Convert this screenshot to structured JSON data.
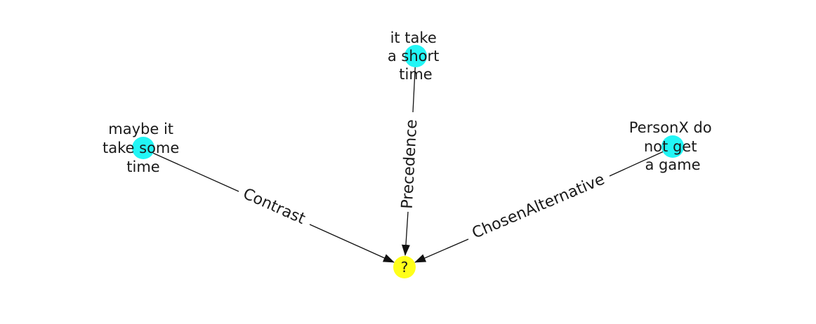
{
  "colors": {
    "source_node": "#22f5f5",
    "target_node": "#ffff1a",
    "edge": "#111111"
  },
  "nodes": {
    "left": {
      "lines": [
        "maybe it",
        "take some",
        "time"
      ]
    },
    "top": {
      "lines": [
        "it take",
        "a short",
        "time"
      ]
    },
    "right": {
      "lines": [
        "PersonX do",
        "not get",
        "a game"
      ]
    },
    "target": {
      "label": "?"
    }
  },
  "edges": {
    "left": {
      "label": "Contrast"
    },
    "top": {
      "label": "Precedence"
    },
    "right": {
      "label": "ChosenAlternative"
    }
  }
}
